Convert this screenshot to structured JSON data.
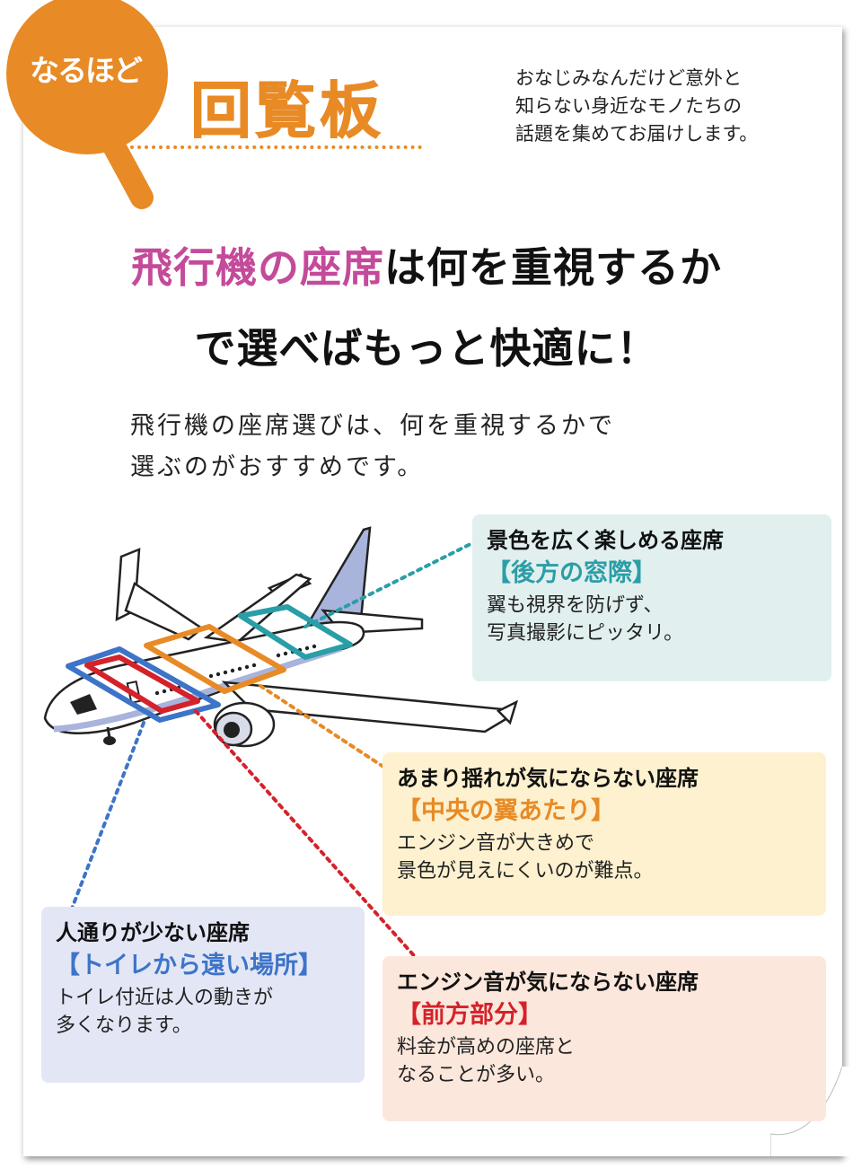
{
  "header": {
    "badge": "なるほど",
    "title": "回覧板",
    "intro_lines": [
      "おなじみなんだけど意外と",
      "知らない身近なモノたちの",
      "話題を集めてお届けします。"
    ]
  },
  "headline": {
    "line1_highlight": "飛行機の座席",
    "line1_rest": "は何を重視するか",
    "line2": "で選べばもっと快適に！"
  },
  "lead_lines": [
    "飛行機の座席選びは、何を重視するかで",
    "選ぶのがおすすめです。"
  ],
  "callouts": {
    "rear_window": {
      "heading": "景色を広く楽しめる座席",
      "spot": "【後方の窓際】",
      "desc_lines": [
        "翼も視界を防げず、",
        "写真撮影にピッタリ。"
      ]
    },
    "center_wing": {
      "heading": "あまり揺れが気にならない座席",
      "spot": "【中央の翼あたり】",
      "desc_lines": [
        "エンジン音が大きめで",
        "景色が見えにくいのが難点。"
      ]
    },
    "far_from_toilet": {
      "heading": "人通りが少ない座席",
      "spot": "【トイレから遠い場所】",
      "desc_lines": [
        "トイレ付近は人の動きが",
        "多くなります。"
      ]
    },
    "front": {
      "heading": "エンジン音が気にならない座席",
      "spot": "【前方部分】",
      "desc_lines": [
        "料金が高めの座席と",
        "なることが多い。"
      ]
    }
  },
  "colors": {
    "orange": "#e88a25",
    "pink": "#c44a9a",
    "teal": "#2a9ea6",
    "blue": "#3d74c8",
    "red": "#d4222b"
  },
  "icons": [
    "magnifier-icon",
    "airplane-illustration"
  ]
}
